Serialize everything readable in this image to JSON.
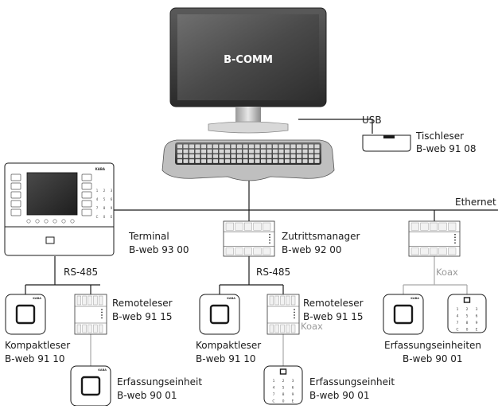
{
  "monitor": {
    "screen_text": "B-COMM"
  },
  "interfaces": {
    "usb": "USB",
    "ethernet": "Ethernet",
    "rs485_left": "RS-485",
    "rs485_mid": "RS-485",
    "koax_mid": "Koax",
    "koax_right": "Koax"
  },
  "devices": {
    "tischleser": {
      "name": "Tischleser",
      "model": "B-web 91 08"
    },
    "terminal": {
      "name": "Terminal",
      "model": "B-web 93 00",
      "brand": "KABA"
    },
    "zutrittsmanager": {
      "name": "Zutrittsmanager",
      "model": "B-web 92 00"
    },
    "kompaktleser_left": {
      "name": "Kompaktleser",
      "model": "B-web 91 10"
    },
    "remoteleser_left": {
      "name": "Remoteleser",
      "model": "B-web 91 15"
    },
    "erfassung_left": {
      "name": "Erfassungseinheit",
      "model": "B-web 90 01"
    },
    "kompaktleser_mid": {
      "name": "Kompaktleser",
      "model": "B-web 91 10"
    },
    "remoteleser_mid": {
      "name": "Remoteleser",
      "model": "B-web 91 15"
    },
    "erfassung_mid": {
      "name": "Erfassungseinheit",
      "model": "B-web 90 01"
    },
    "erfassung_right": {
      "name": "Erfassungseinheiten",
      "model": "B-web 90 01"
    }
  },
  "keypad": {
    "keys": [
      "1",
      "2",
      "3",
      "4",
      "5",
      "6",
      "7",
      "8",
      "9",
      "C",
      "0",
      "E"
    ]
  },
  "reader_brand": "KABA"
}
